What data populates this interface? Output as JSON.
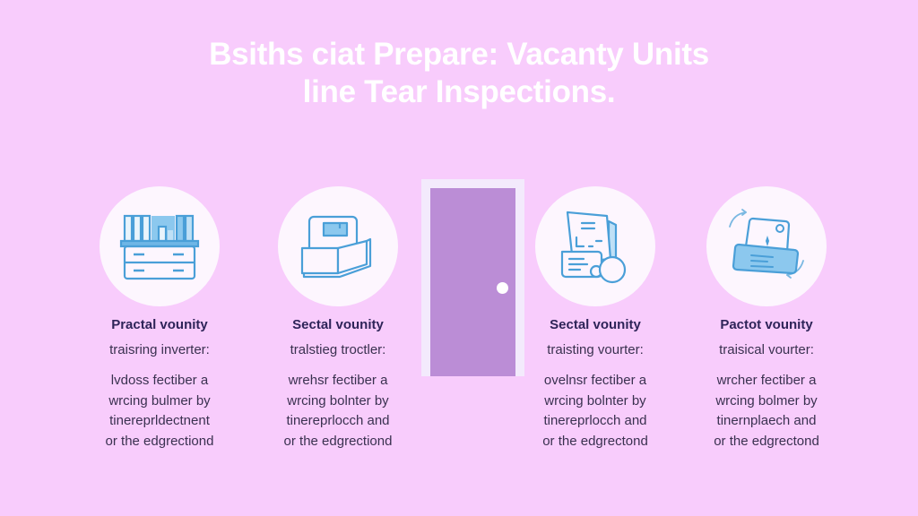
{
  "title": {
    "line1": "Bsiths ciat Prepare: Vacanty Units",
    "line2": "line Tear Inspections."
  },
  "colors": {
    "background": "#f8ccfc",
    "title": "#ffffff",
    "icon_stroke": "#4a9fd8",
    "icon_fill": "#8cc8ee",
    "door": "#bb8dd6",
    "door_frame": "#f3eafc",
    "heading_text": "#2e2458",
    "body_text": "#3a3150"
  },
  "door": {
    "icon": "door-icon"
  },
  "cards": [
    {
      "icon": "bookshelf-cabinet-icon",
      "heading": "Practal vounity",
      "subtitle": "traisring inverter:",
      "body": [
        "lvdoss fectiber a",
        "wrcing bulmer by",
        "tinereprldectnent",
        "or the edgrectiond"
      ]
    },
    {
      "icon": "open-box-icon",
      "heading": "Sectal vounity",
      "subtitle": "tralstieg troctler:",
      "body": [
        "wrehsr fectiber a",
        "wrcing bolnter by",
        "tinereprlocch and",
        "or the edgrectiond"
      ]
    },
    {
      "icon": "documents-icon",
      "heading": "Sectal vounity",
      "subtitle": "traisting vourter:",
      "body": [
        "ovelnsr fectiber a",
        "wrcing bolnter by",
        "tinereprlocch and",
        "or the edgrectond"
      ]
    },
    {
      "icon": "printer-sync-icon",
      "heading": "Pactot vounity",
      "subtitle": "traisical vourter:",
      "body": [
        "wrcher fectiber a",
        "wrcing bolmer by",
        "tinernplaech and",
        "or the edgrectond"
      ]
    }
  ]
}
